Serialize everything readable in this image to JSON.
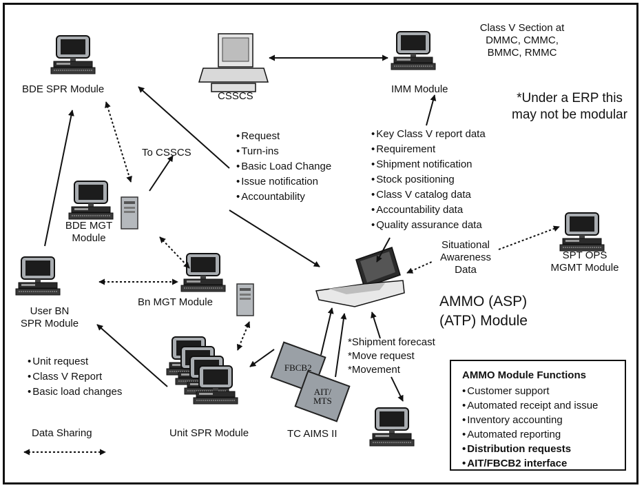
{
  "labels": {
    "bde_spr": "BDE SPR Module",
    "csscs": "CSSCS",
    "imm": "IMM Module",
    "class_v_section": [
      "Class V Section at",
      "DMMC, CMMC,",
      "BMMC, RMMC"
    ],
    "erp_note": [
      "*Under a ERP this",
      "may not be modular"
    ],
    "to_csscs": "To CSSCS",
    "bde_mgt": [
      "BDE MGT",
      "Module"
    ],
    "user_bn": [
      "User BN",
      "SPR Module"
    ],
    "bn_mgt": "Bn MGT Module",
    "situational": [
      "Situational",
      "Awareness",
      "Data"
    ],
    "spt_ops": [
      "SPT OPS",
      "MGMT Module"
    ],
    "ammo_module": [
      "AMMO (ASP)",
      "(ATP) Module"
    ],
    "unit_spr": "Unit SPR Module",
    "tc_aims": "TC AIMS II",
    "data_sharing": "Data Sharing",
    "fbcb2": "FBCB2",
    "ait_mts": [
      "AIT/",
      "MTS"
    ]
  },
  "lists": {
    "request_list": [
      "Request",
      "Turn-ins",
      "Basic Load Change",
      "Issue notification",
      "Accountability"
    ],
    "imm_list": [
      "Key Class V report data",
      "Requirement",
      "Shipment notification",
      "Stock positioning",
      "Class V catalog data",
      "Accountability data",
      "Quality assurance data"
    ],
    "unit_list": [
      "Unit request",
      "Class V Report",
      "Basic load changes"
    ],
    "shipment_list": [
      "*Shipment forecast",
      "*Move request",
      "*Movement"
    ]
  },
  "functions_box": {
    "title": "AMMO Module Functions",
    "items": [
      "Customer support",
      "Automated receipt and issue",
      "Inventory accounting",
      "Automated reporting"
    ],
    "bold_items": [
      "Distribution requests",
      "AIT/FBCB2 interface"
    ]
  }
}
